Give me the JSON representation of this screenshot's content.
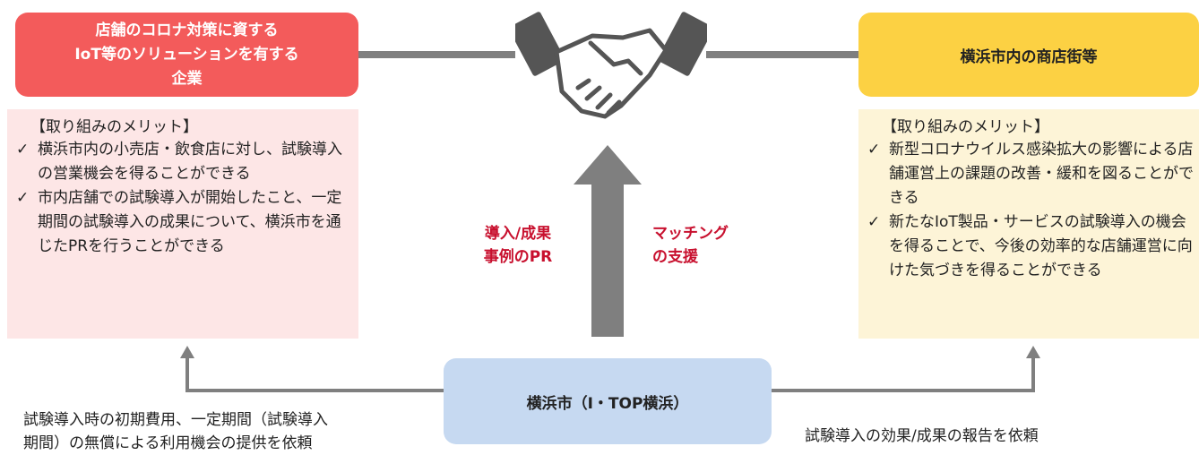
{
  "companies_box": {
    "lines": [
      "店舗のコロナ対策に資する",
      "IoT等のソリューションを有する",
      "企業"
    ]
  },
  "shopping_street_box": {
    "label": "横浜市内の商店街等"
  },
  "companies_merits": {
    "title": "【取り組みのメリット】",
    "items": [
      "横浜市内の小売店・飲食店に対し、試験導入の営業機会を得ることができる",
      "市内店舗での試験導入が開始したこと、一定期間の試験導入の成果について、横浜市を通じたPRを行うことができる"
    ]
  },
  "street_merits": {
    "title": "【取り組みのメリット】",
    "items": [
      "新型コロナウイルス感染拡大の影響による店舗運営上の課題の改善・緩和を図ることができる",
      "新たなIoT製品・サービスの試験導入の機会を得ることで、今後の効率的な店舗運営に向けた気づきを得ることができる"
    ]
  },
  "city_box": {
    "label": "横浜市（I・TOP横浜）"
  },
  "center_labels": {
    "left": [
      "導入/成果",
      "事例のPR"
    ],
    "right": [
      "マッチング",
      "の支援"
    ]
  },
  "notes": {
    "left_request": [
      "試験導入時の初期費用、一定期間（試験導入",
      "期間）の無償による利用機会の提供を依頼"
    ],
    "right_request": "試験導入の効果/成果の報告を依頼"
  },
  "icons": {
    "handshake": "handshake-icon",
    "check": "check-icon"
  },
  "colors": {
    "companies": "#f35b5b",
    "shopping_street": "#fcd143",
    "city": "#c6d9f1",
    "companies_panel": "#fde6e6",
    "street_panel": "#fdf4d7",
    "connector": "#7f7f7f",
    "label_red": "#c8102e"
  }
}
